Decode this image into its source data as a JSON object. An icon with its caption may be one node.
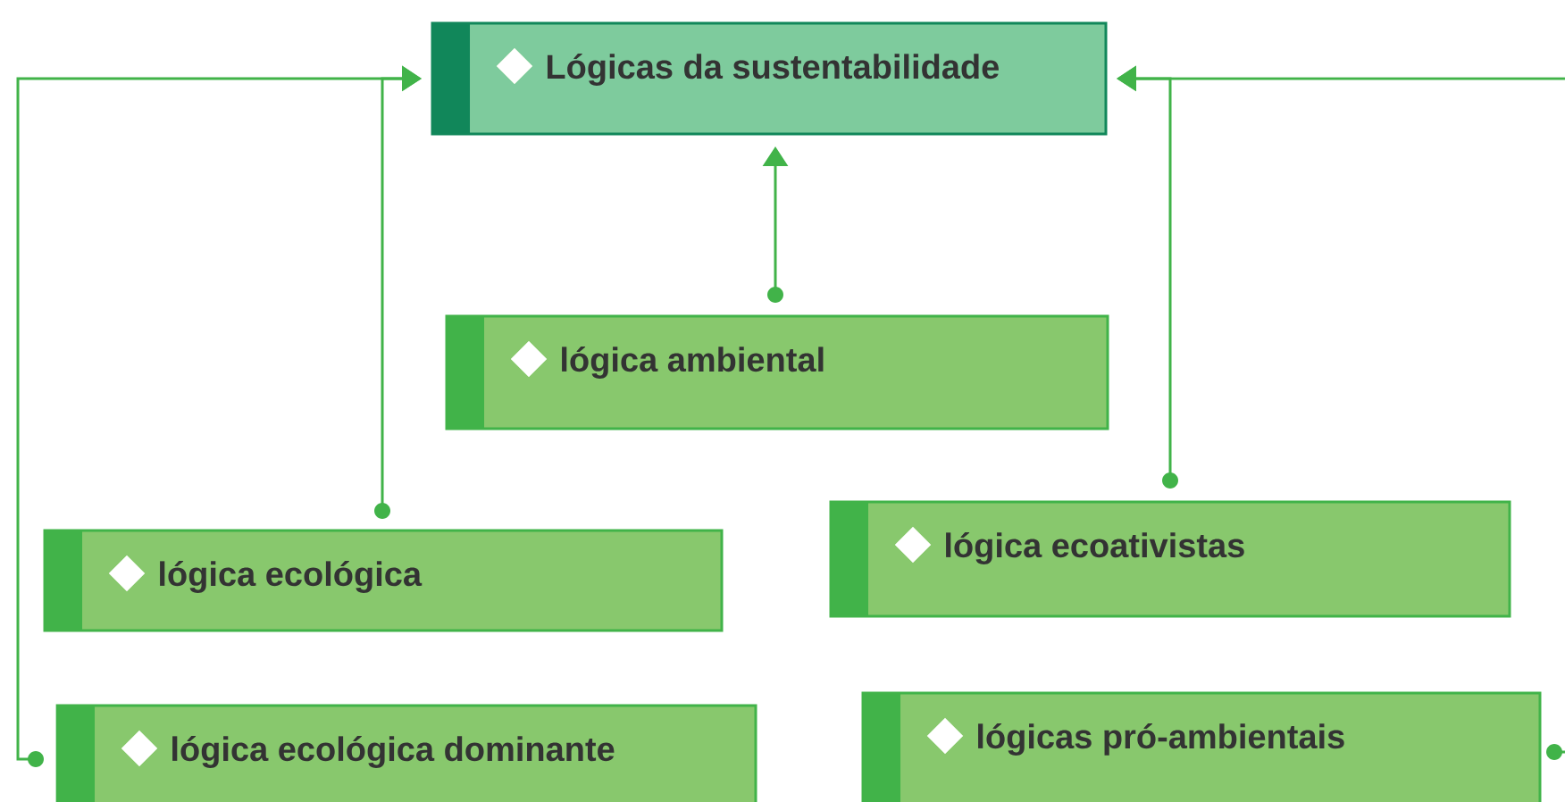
{
  "diagram": {
    "nodes": [
      {
        "text": [
          "Lógicas da sustentabilidade"
        ]
      },
      {
        "text": [
          "lógica ambiental"
        ]
      },
      {
        "text": [
          "lógica ecológica"
        ]
      },
      {
        "text": [
          "lógica ecoativistas"
        ]
      },
      {
        "text": [
          "lógica ecológica dominante"
        ]
      },
      {
        "text": [
          "lógicas pró-ambientais"
        ]
      }
    ],
    "edges": [
      {
        "from": 1,
        "to": 0,
        "arrow": "to"
      },
      {
        "from": 2,
        "to": 0,
        "arrow": "to"
      },
      {
        "from": 3,
        "to": 0,
        "arrow": "to"
      },
      {
        "from": 4,
        "to": 0,
        "arrow": "to"
      },
      {
        "from": 5,
        "to": 0,
        "arrow": "to"
      }
    ]
  }
}
